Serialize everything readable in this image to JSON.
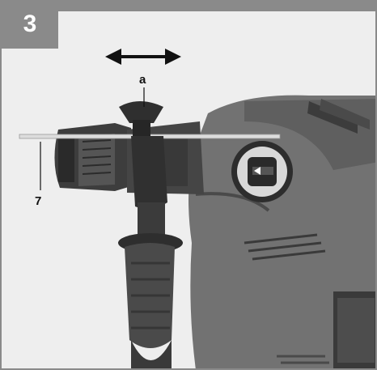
{
  "step_number": "3",
  "callouts": {
    "a": "a",
    "seven": "7"
  },
  "colors": {
    "frame": "#8a8a8a",
    "tool_body": "#6f6f6f",
    "tool_dark": "#2f2f2f",
    "background": "#f2f2f2"
  },
  "icons": {
    "direction_arrow": "double-headed-arrow-icon"
  }
}
